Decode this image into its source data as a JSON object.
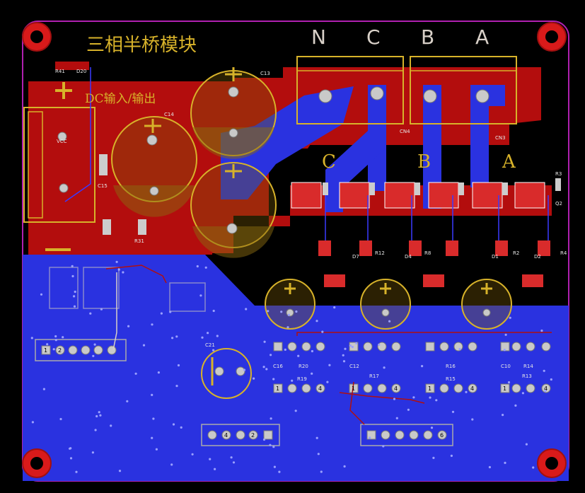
{
  "board": {
    "title": "三相半桥模块",
    "dc_label": "DC输入/输出",
    "phase_headers": [
      "N",
      "C",
      "B",
      "A"
    ],
    "phase_silk": [
      "C",
      "B",
      "A"
    ],
    "colors": {
      "background": "#000000",
      "top_copper": "#b30d0d",
      "bottom_copper": "#2a32e0",
      "silkscreen": "#d7b22a",
      "outline": "#b020b0",
      "mounting_hole": "#d81a1a"
    },
    "designators": {
      "r41": "R41",
      "d20": "D20",
      "r31": "R31",
      "c13": "C13",
      "c14": "C14",
      "c15": "C15",
      "c21": "C21",
      "cn3": "CN3",
      "cn4": "CN4",
      "r3": "R3",
      "q2": "Q2",
      "c16": "C16",
      "r20": "R20",
      "c12": "C12",
      "r16": "R16",
      "c10": "C10",
      "r14": "R14",
      "r19": "R19",
      "r17": "R17",
      "r15": "R15",
      "r13": "R13",
      "d7": "D7",
      "r12": "R12",
      "d4": "D4",
      "r8": "R8",
      "d1": "D1",
      "r2": "R2",
      "d2": "D2",
      "r4": "R4",
      "vcc": "VCC"
    },
    "pin_numbers": {
      "left_header": [
        "1",
        "2",
        "",
        "",
        "",
        ""
      ],
      "mid_header": [
        "4",
        "",
        "2",
        ""
      ],
      "right_header": [
        "",
        "",
        "",
        "",
        "",
        "6"
      ],
      "grp1": [
        "1",
        "4"
      ],
      "grp2": [
        "1",
        "4"
      ],
      "grp3": [
        "1",
        "4"
      ],
      "grp4": [
        "1",
        "4"
      ]
    }
  }
}
